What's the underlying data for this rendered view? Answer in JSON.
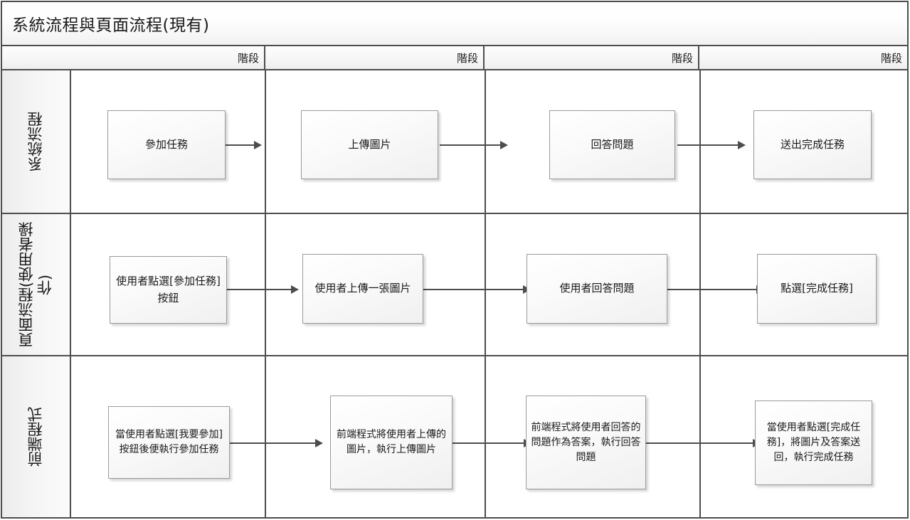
{
  "diagram": {
    "title": "系統流程與頁面流程(現有)",
    "phase_headers": [
      "階段",
      "階段",
      "階段",
      "階段"
    ],
    "lanes": [
      {
        "label": "系統流程",
        "nodes": [
          "參加任務",
          "上傳圖片",
          "回答問題",
          "送出完成任務"
        ]
      },
      {
        "label": "頁面流程(使用者操作)",
        "nodes": [
          "使用者點選[參加任務]按鈕",
          "使用者上傳一張圖片",
          "使用者回答問題",
          "點選[完成任務]"
        ]
      },
      {
        "label": "前端程式",
        "nodes": [
          "當使用者點選[我要參加]按鈕後便執行參加任務",
          "前端程式將使用者上傳的圖片，執行上傳圖片",
          "前端程式將使用者回答的問題作為答案，執行回答問題",
          "當使用者點選[完成任務]，將圖片及答案送回，執行完成任務"
        ]
      }
    ],
    "colors": {
      "frame_line": "#4d4d4d",
      "node_border": "#9a9a9a",
      "node_fill": "#f5f5f5",
      "lane_label_fill": "#f4f4f4",
      "text": "#1a1a1a"
    }
  }
}
